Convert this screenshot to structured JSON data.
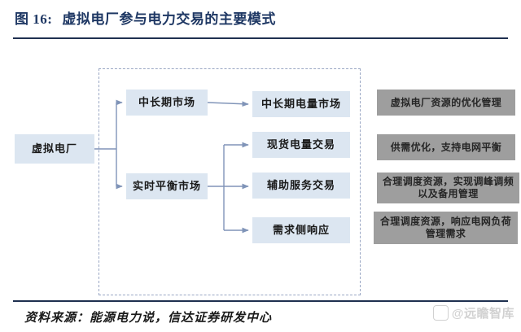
{
  "header": {
    "figure_number": "图 16:",
    "title": "虚拟电厂参与电力交易的主要模式"
  },
  "diagram": {
    "root": {
      "label": "虚拟电厂"
    },
    "markets": [
      {
        "id": "mid-long-market",
        "label": "中长期市场"
      },
      {
        "id": "real-time-balancing-market",
        "label": "实时平衡市场"
      }
    ],
    "trades": [
      {
        "id": "mid-long-energy-market",
        "label": "中长期电量市场"
      },
      {
        "id": "spot-energy-trade",
        "label": "现货电量交易"
      },
      {
        "id": "ancillary-service-trade",
        "label": "辅助服务交易"
      },
      {
        "id": "demand-side-response",
        "label": "需求侧响应"
      }
    ],
    "outcomes": [
      {
        "id": "outcome-resource-optimization",
        "label": "虚拟电厂资源的优化管理"
      },
      {
        "id": "outcome-supply-demand",
        "label": "供需优化，支持电网平衡"
      },
      {
        "id": "outcome-peak-frequency",
        "label": "合理调度资源，实现调峰调频以及备用管理"
      },
      {
        "id": "outcome-grid-load",
        "label": "合理调度资源，响应电网负荷管理需求"
      }
    ],
    "colors": {
      "node_blue": "#dce6f1",
      "node_gray": "#9e9e9e",
      "connector": "#8094b8",
      "dashed_border": "#9aa7c4",
      "title_navy": "#1f3864"
    }
  },
  "footer": {
    "source": "资料来源：能源电力说，信达证券研发中心",
    "watermark": "@远瞻智库"
  }
}
